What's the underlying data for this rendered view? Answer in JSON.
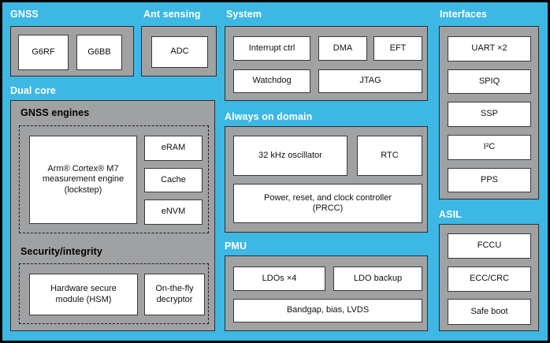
{
  "diagram": {
    "type": "soc-block-diagram",
    "colors": {
      "background_blue": "#3db7e4",
      "group_fill_gray": "#a0a1a3",
      "block_fill_white": "#ffffff",
      "block_border": "#3a3a3a",
      "outer_border": "#000000",
      "section_label_light": "#ffffff",
      "section_label_dark": "#000000"
    },
    "sections": {
      "gnss": {
        "label": "GNSS",
        "blocks": {
          "g6rf": "G6RF",
          "g6bb": "G6BB"
        }
      },
      "ant_sensing": {
        "label": "Ant sensing",
        "blocks": {
          "adc": "ADC"
        }
      },
      "system": {
        "label": "System",
        "blocks": {
          "interrupt_ctrl": "Interrupt ctrl",
          "dma": "DMA",
          "eft": "EFT",
          "watchdog": "Watchdog",
          "jtag": "JTAG"
        }
      },
      "interfaces": {
        "label": "Interfaces",
        "blocks": {
          "uart": "UART ×2",
          "spiq": "SPIQ",
          "ssp": "SSP",
          "i2c": "I²C",
          "pps": "PPS"
        }
      },
      "dual_core": {
        "label": "Dual core",
        "subsections": {
          "gnss_engines": {
            "label": "GNSS engines",
            "blocks": {
              "cortex": [
                "Arm® Cortex® M7",
                "measurement engine",
                "(lockstep)"
              ],
              "eram": "eRAM",
              "cache": "Cache",
              "envm": "eNVM"
            }
          },
          "security_integrity": {
            "label": "Security/integrity",
            "blocks": {
              "hsm": [
                "Hardware secure",
                "module (HSM)"
              ],
              "decryptor": [
                "On-the-fly",
                "decryptor"
              ]
            }
          }
        }
      },
      "always_on_domain": {
        "label": "Always on domain",
        "blocks": {
          "osc_32khz": "32 kHz oscillator",
          "rtc": "RTC",
          "prcc": [
            "Power, reset, and clock controller",
            "(PRCC)"
          ]
        }
      },
      "pmu": {
        "label": "PMU",
        "blocks": {
          "ldos": "LDOs ×4",
          "ldo_backup": "LDO backup",
          "bandgap": "Bandgap, bias, LVDS"
        }
      },
      "asil": {
        "label": "ASIL",
        "blocks": {
          "fccu": "FCCU",
          "ecc_crc": "ECC/CRC",
          "safe_boot": "Safe boot"
        }
      }
    }
  }
}
